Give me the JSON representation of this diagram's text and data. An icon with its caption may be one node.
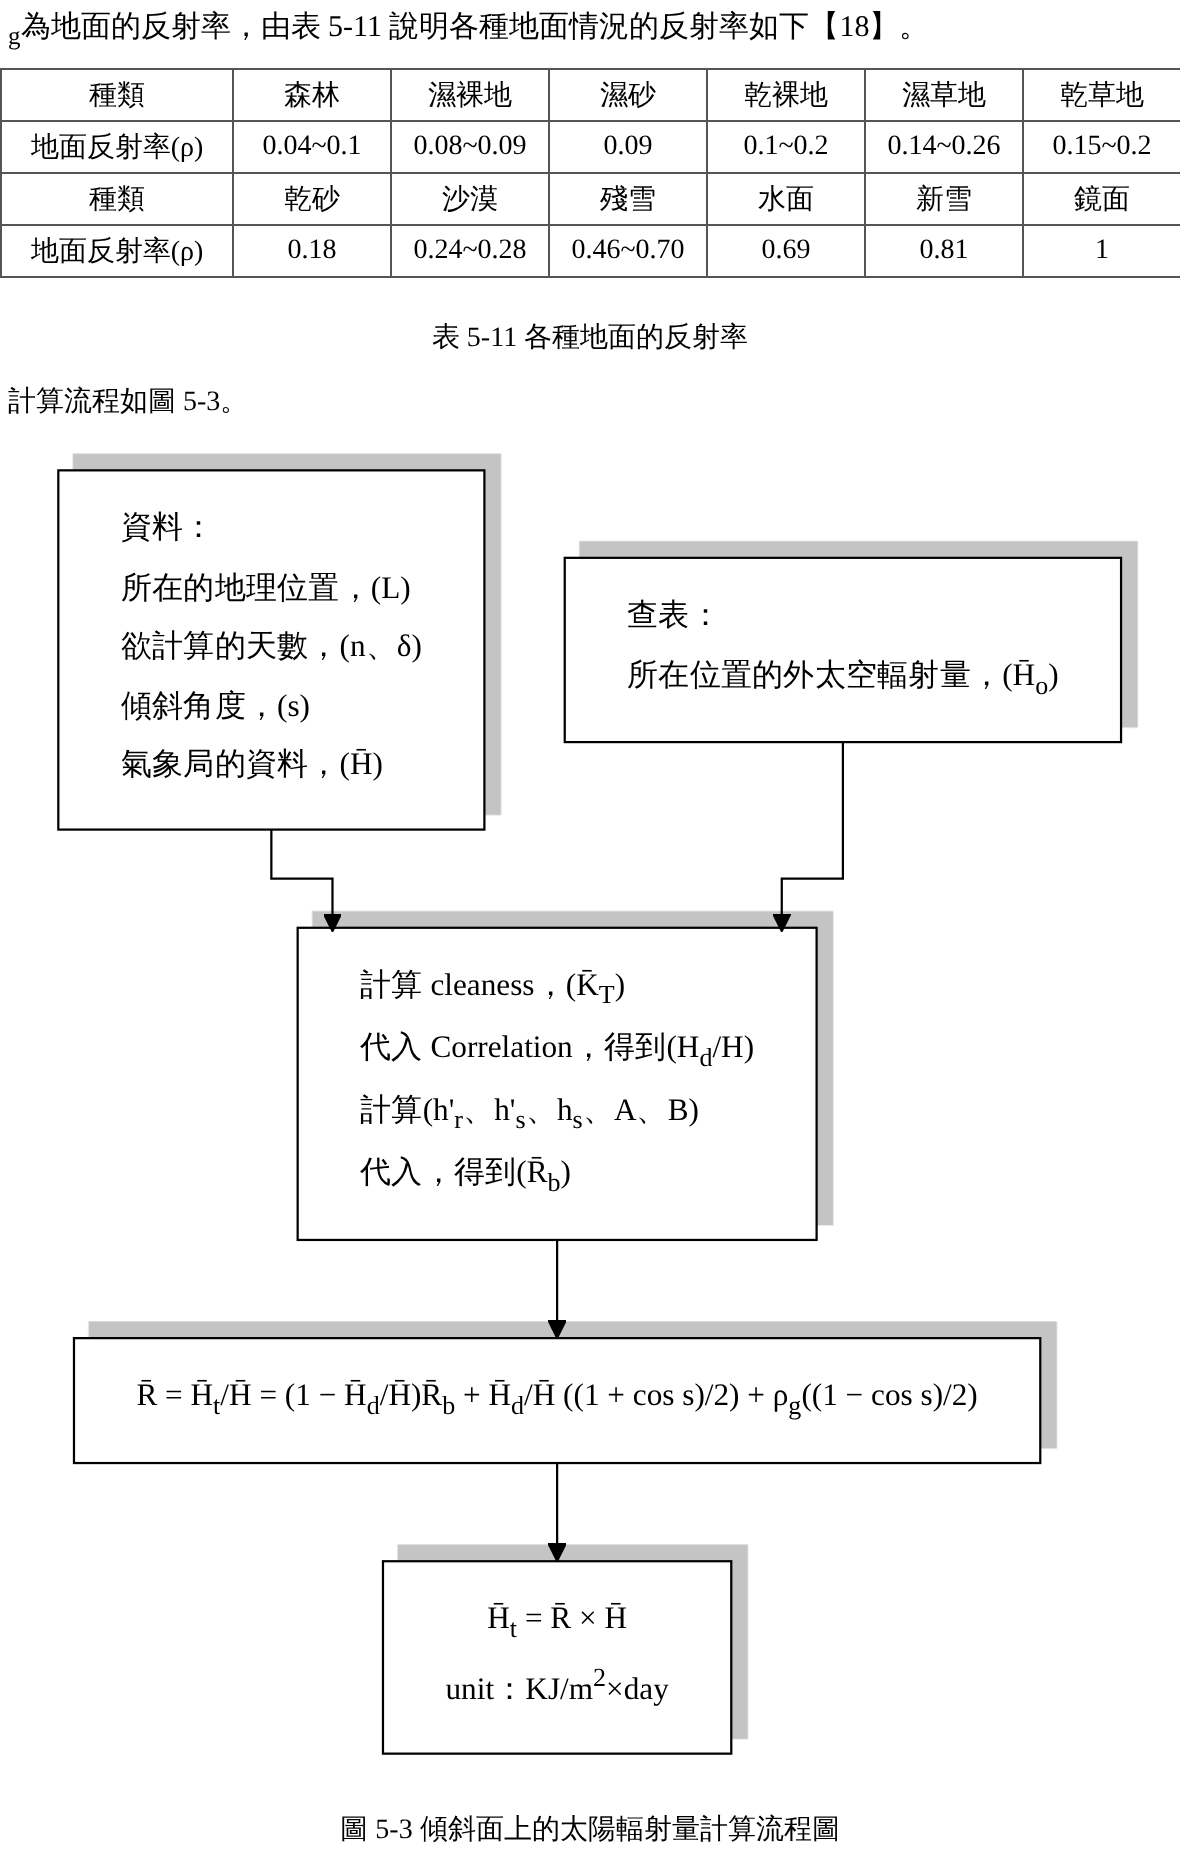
{
  "diagram": {
    "caption": "圖 5-3 傾斜面上的太陽輻射量計算流程圖",
    "nodes": [
      {
        "text": [
          "資料：",
          "所在的地理位置，(L)",
          "欲計算的天數，(n、δ)",
          "傾斜角度，(s)",
          "氣象局的資料，(H̄)"
        ]
      },
      {
        "text": [
          "查表：",
          "所在位置的外太空輻射量，(H̄$_{o}$)"
        ]
      },
      {
        "text": [
          "計算 cleaness，(K̄$_{T}$)",
          "代入 Correlation，得到(H$_{d}$/H)",
          "計算(h'$_{r}$、h'$_{s}$、h$_{s}$、A、B)",
          "代入，得到(R̄$_{b}$)"
        ]
      },
      {
        "text": [
          "R̄ = H̄$_{t}$/H̄ = (1 − H̄$_{d}$/H̄)R̄$_{b}$ + H̄$_{d}$/H̄ ((1 + cos s)/2) + ρ$_{g}$((1 − cos s)/2)"
        ]
      },
      {
        "text": [
          "H̄$_{t}$ = R̄ × H̄",
          "unit：KJ/m$^{2}$×day"
        ]
      }
    ],
    "edges": [
      {
        "from": 0,
        "to": 2,
        "arrow": "to"
      },
      {
        "from": 1,
        "to": 2,
        "arrow": "to"
      },
      {
        "from": 2,
        "to": 3,
        "arrow": "to"
      },
      {
        "from": 3,
        "to": 4,
        "arrow": "to"
      }
    ],
    "labels": [
      "$_{g}$為地面的反射率，由表 5-11 說明各種地面情況的反射率如下【18】。",
      "種類",
      "森林",
      "濕裸地",
      "濕砂",
      "乾裸地",
      "濕草地",
      "乾草地",
      "地面反射率(ρ)",
      "0.04~0.1",
      "0.08~0.09",
      "0.09",
      "0.1~0.2",
      "0.14~0.26",
      "0.15~0.2",
      "種類",
      "乾砂",
      "沙漠",
      "殘雪",
      "水面",
      "新雪",
      "鏡面",
      "地面反射率(ρ)",
      "0.18",
      "0.24~0.28",
      "0.46~0.70",
      "0.69",
      "0.81",
      "1",
      "表 5-11 各種地面的反射率",
      "計算流程如圖 5-3。"
    ]
  }
}
